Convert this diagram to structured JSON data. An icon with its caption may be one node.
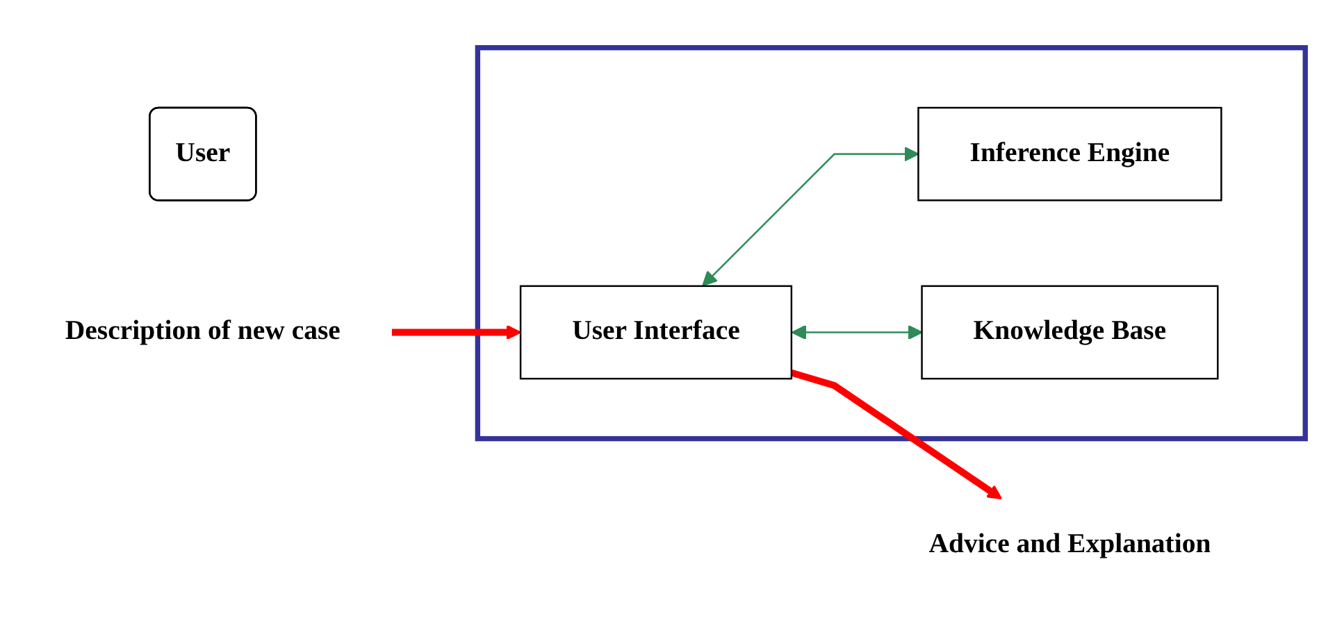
{
  "diagram": {
    "nodes": [
      {
        "text": [
          "User"
        ]
      },
      {
        "text": [
          "Description of new case"
        ]
      },
      {
        "text": [
          "Advice and Explanation"
        ]
      },
      {
        "text": [],
        "shape": "box"
      },
      {
        "text": [
          "User Interface"
        ],
        "in": 3
      },
      {
        "text": [
          "Inference Engine"
        ],
        "in": 3
      },
      {
        "text": [
          "Knowledge Base"
        ],
        "in": 3
      }
    ],
    "edges": [
      {
        "from": 1,
        "to": 4,
        "arrow": "to",
        "style": "thick",
        "color": "#ff0000"
      },
      {
        "from": 4,
        "to": 2,
        "arrow": "to",
        "style": "thick",
        "color": "#ff0000"
      },
      {
        "from": 4,
        "to": 5,
        "arrow": "both",
        "color": "#2e8b57"
      },
      {
        "from": 4,
        "to": 6,
        "arrow": "both",
        "color": "#2e8b57"
      }
    ]
  }
}
